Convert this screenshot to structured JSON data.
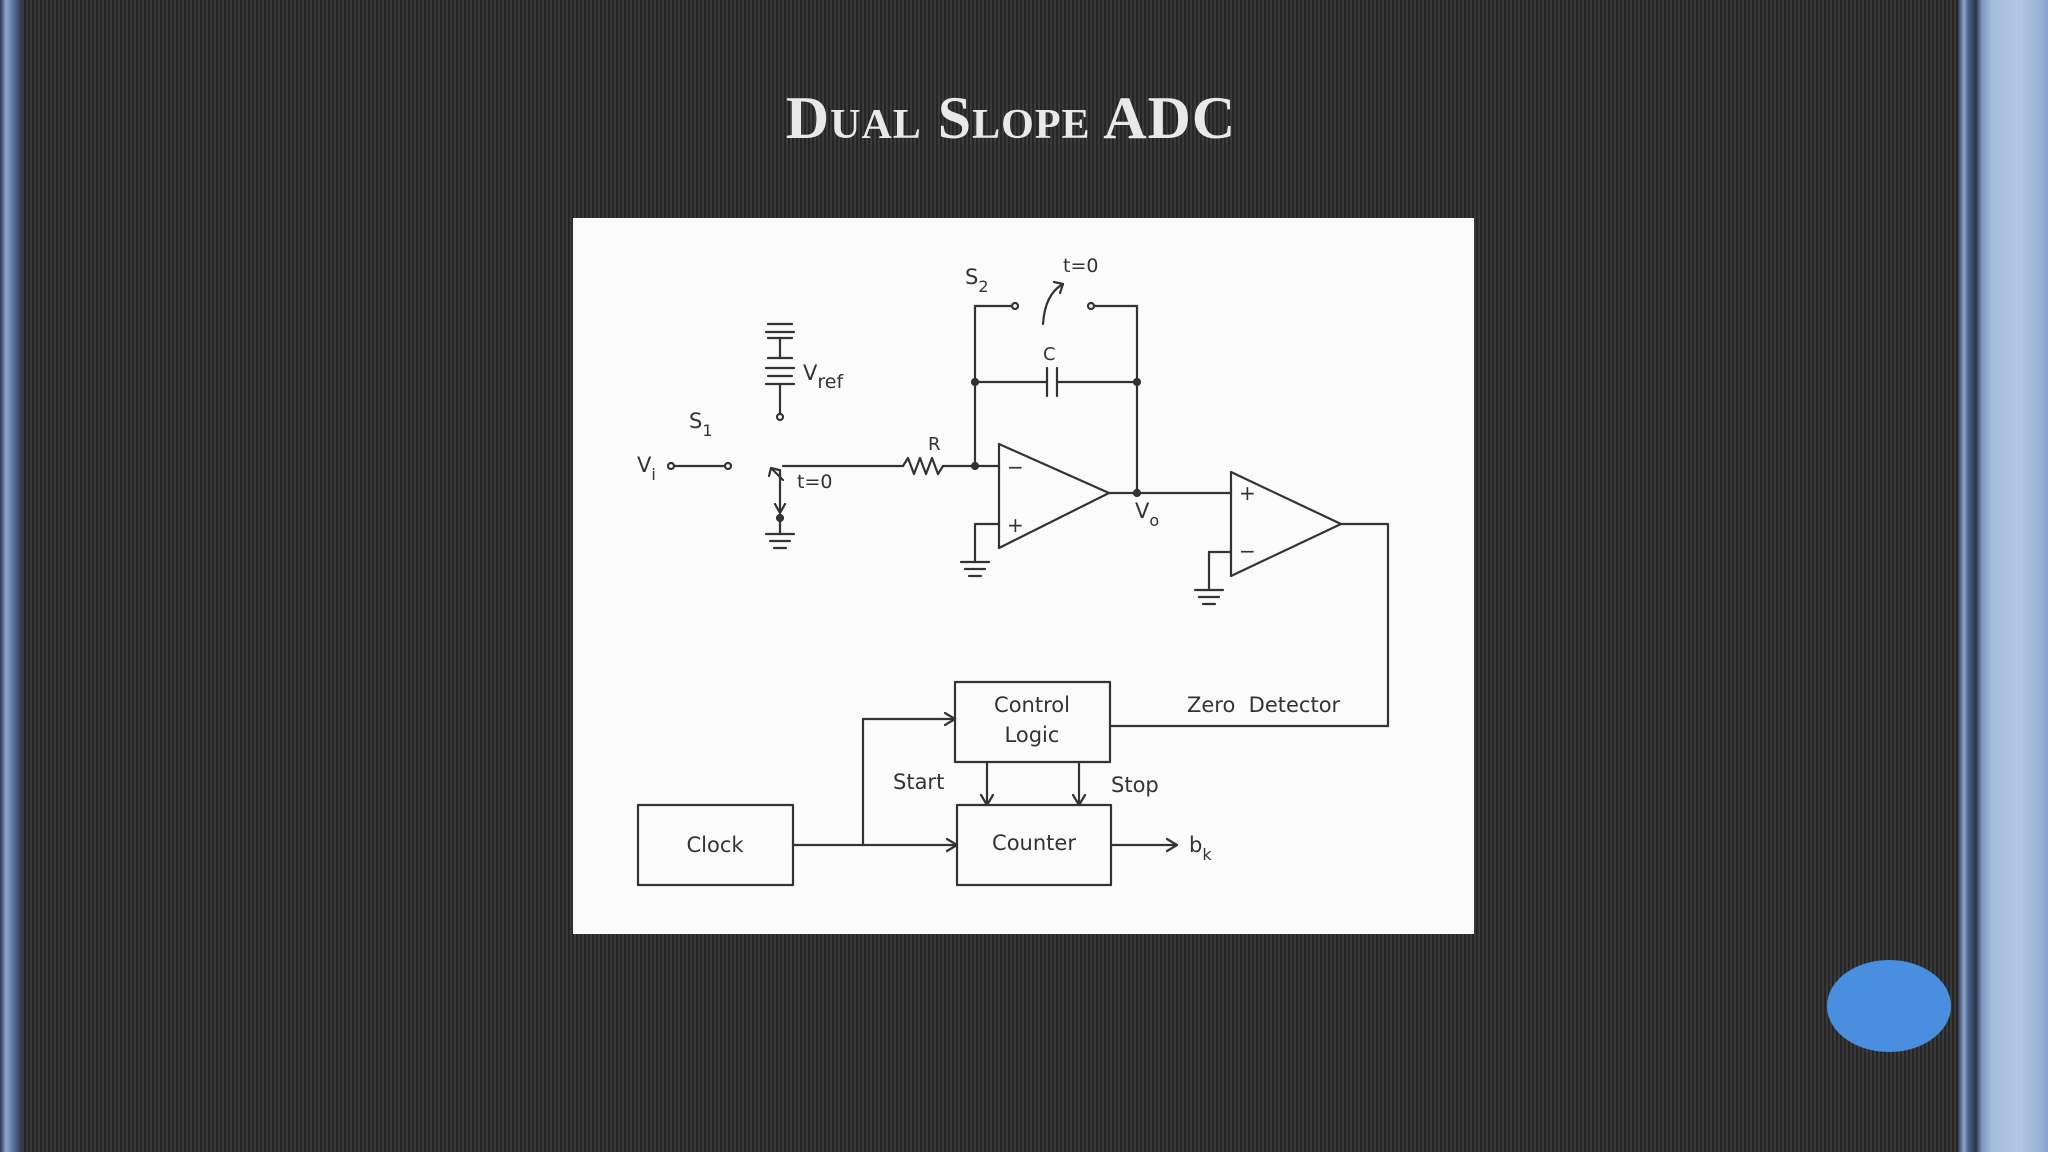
{
  "slide": {
    "title": "Dual Slope ADC"
  },
  "circuit": {
    "vi": "V",
    "vi_sub": "i",
    "s1": "S",
    "s1_sub": "1",
    "s2": "S",
    "s2_sub": "2",
    "t0_top": "t=0",
    "t0_mid": "t=0",
    "vref": "V",
    "vref_sub": "ref",
    "r": "R",
    "c": "C",
    "vo": "V",
    "vo_sub": "o",
    "minus": "−",
    "plus": "+",
    "zero_detector": "Zero  Detector",
    "control_line1": "Control",
    "control_line2": "Logic",
    "start": "Start",
    "stop": "Stop",
    "clock": "Clock",
    "counter": "Counter",
    "bk": "b",
    "bk_sub": "k"
  },
  "colors": {
    "accent": "#4a8ee0",
    "line": "#333333"
  },
  "icons": {
    "nav": "circle-button"
  }
}
